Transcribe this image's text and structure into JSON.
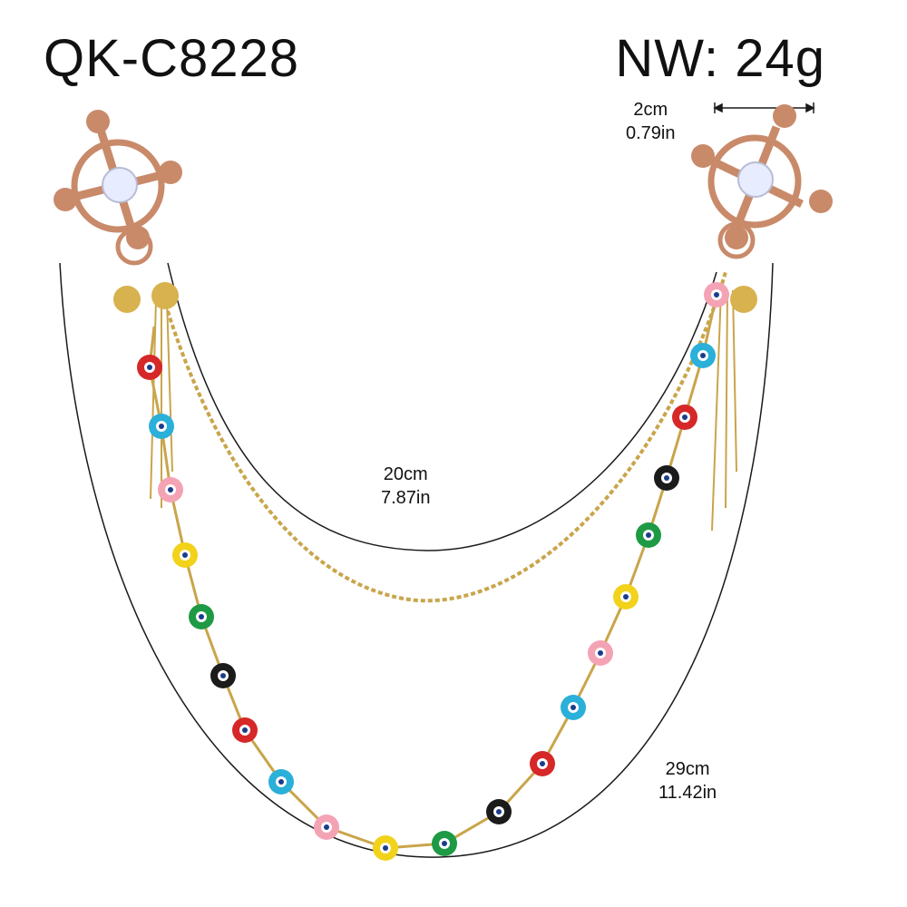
{
  "header": {
    "model": "QK-C8228",
    "weight": "NW: 24g"
  },
  "dimensions": {
    "clamp_width": {
      "cm": "2cm",
      "in": "0.79in"
    },
    "short_chain": {
      "cm": "20cm",
      "in": "7.87in"
    },
    "long_chain": {
      "cm": "29cm",
      "in": "11.42in"
    }
  },
  "colors": {
    "gold": "#c9a54a",
    "rose_gold": "#c98a6a",
    "outline": "#1a1a1a",
    "beads": [
      "#d62828",
      "#2ab0d9",
      "#f4a3b5",
      "#f2d21a",
      "#1e9a45",
      "#1b1b1b"
    ]
  }
}
